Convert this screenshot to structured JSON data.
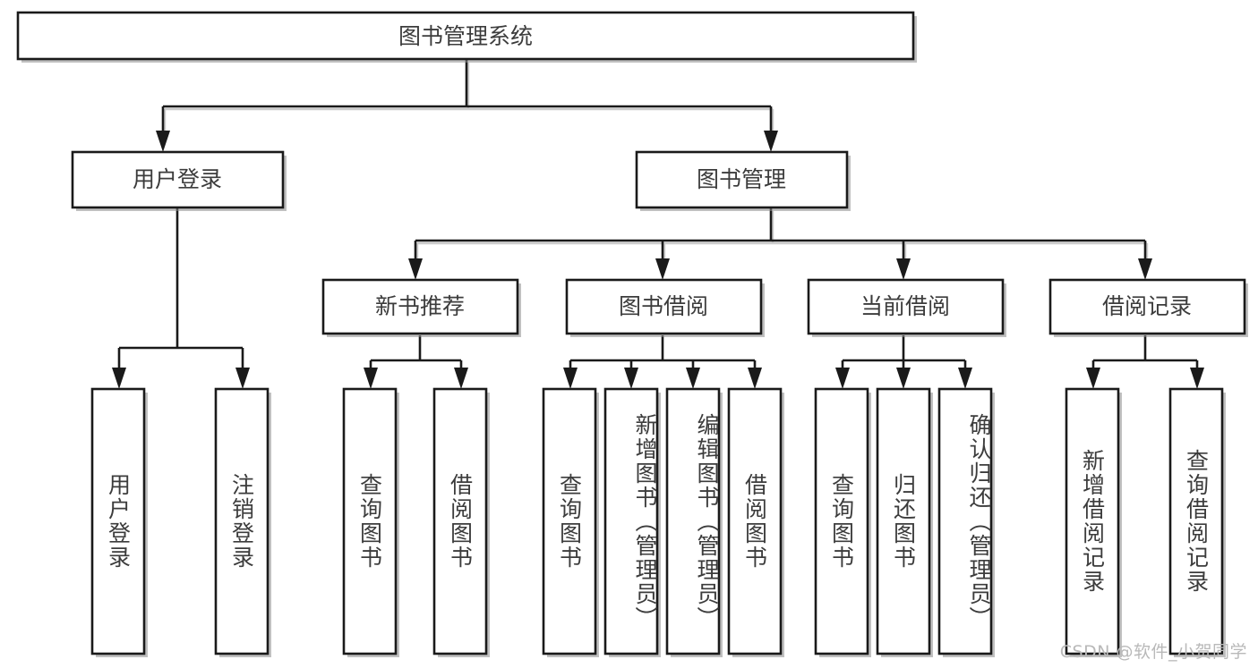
{
  "diagram": {
    "type": "tree-hierarchy",
    "title": "图书管理系统",
    "root": {
      "id": "root",
      "label": "图书管理系统"
    },
    "level2": [
      {
        "id": "user-login",
        "label": "用户登录"
      },
      {
        "id": "book-manage",
        "label": "图书管理"
      }
    ],
    "level3": [
      {
        "id": "new-book-rec",
        "label": "新书推荐",
        "parent": "book-manage"
      },
      {
        "id": "book-borrow",
        "label": "图书借阅",
        "parent": "book-manage"
      },
      {
        "id": "current-borrow",
        "label": "当前借阅",
        "parent": "book-manage"
      },
      {
        "id": "borrow-record",
        "label": "借阅记录",
        "parent": "book-manage"
      }
    ],
    "leaves": {
      "user-login": [
        {
          "id": "leaf-user-login",
          "label": "用户登录"
        },
        {
          "id": "leaf-logout",
          "label": "注销登录"
        }
      ],
      "new-book-rec": [
        {
          "id": "leaf-query-book-1",
          "label": "查询图书"
        },
        {
          "id": "leaf-borrow-book-1",
          "label": "借阅图书"
        }
      ],
      "book-borrow": [
        {
          "id": "leaf-query-book-2",
          "label": "查询图书"
        },
        {
          "id": "leaf-add-book",
          "label": "新增图书（管理员）"
        },
        {
          "id": "leaf-edit-book",
          "label": "编辑图书（管理员）"
        },
        {
          "id": "leaf-borrow-book-2",
          "label": "借阅图书"
        }
      ],
      "current-borrow": [
        {
          "id": "leaf-query-book-3",
          "label": "查询图书"
        },
        {
          "id": "leaf-return-book",
          "label": "归还图书"
        },
        {
          "id": "leaf-confirm-return",
          "label": "确认归还（管理员）"
        }
      ],
      "borrow-record": [
        {
          "id": "leaf-add-record",
          "label": "新增借阅记录"
        },
        {
          "id": "leaf-query-record",
          "label": "查询借阅记录"
        }
      ]
    }
  },
  "colors": {
    "box_stroke": "#1a1a1a",
    "box_fill": "#ffffff",
    "text": "#3c3c3c",
    "connector": "#1a1a1a",
    "shadow": "#8d8d8d",
    "watermark": "#b9b9b9"
  },
  "watermark": {
    "text": "CSDN @软件_小贺同学"
  }
}
